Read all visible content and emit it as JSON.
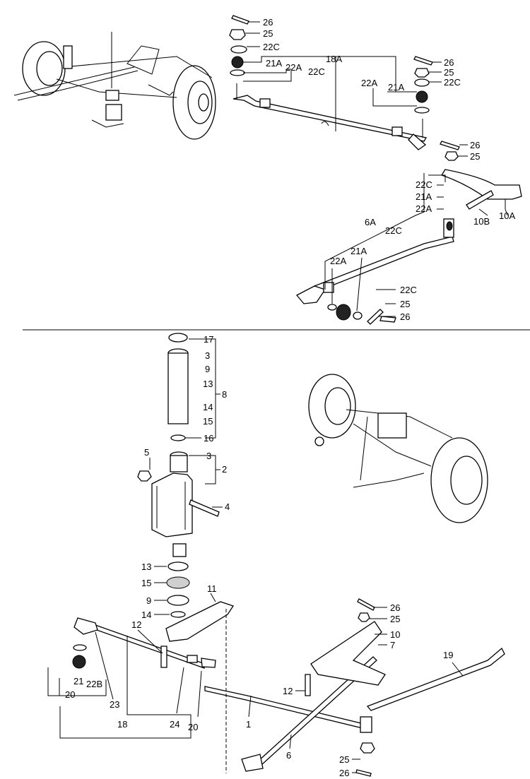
{
  "labels": {
    "l26a": "26",
    "l25a": "25",
    "l22Ca": "22C",
    "l18A": "18A",
    "l21Aa": "21A",
    "l22Aa": "22A",
    "l22Cb": "22C",
    "l26b": "26",
    "l25b": "25",
    "l22Cc": "22C",
    "l22Ab": "22A",
    "l21Ab": "21A",
    "l26c": "26",
    "l25c": "25",
    "l22Cd": "22C",
    "l21Ac": "21A",
    "l22Ac": "22A",
    "l10B": "10B",
    "l10A": "10A",
    "l6A": "6A",
    "l22Ce": "22C",
    "l22Ad": "22A",
    "l21Ad": "21A",
    "l22Cf": "22C",
    "l25d": "25",
    "l26d": "26",
    "l17": "17",
    "l3a": "3",
    "l9a": "9",
    "l13a": "13",
    "l14a": "14",
    "l15a": "15",
    "l16": "16",
    "l8": "8",
    "l3b": "3",
    "l2": "2",
    "l5": "5",
    "l4": "4",
    "l13b": "13",
    "l15b": "15",
    "l9b": "9",
    "l14b": "14",
    "l11": "11",
    "l12a": "12",
    "l21": "21",
    "l22B": "22B",
    "l20a": "20",
    "l23": "23",
    "l18": "18",
    "l24": "24",
    "l20b": "20",
    "l26e": "26",
    "l25e": "25",
    "l10": "10",
    "l7": "7",
    "l19": "19",
    "l12b": "12",
    "l1": "1",
    "l6": "6",
    "l25f": "25",
    "l26f": "26"
  }
}
